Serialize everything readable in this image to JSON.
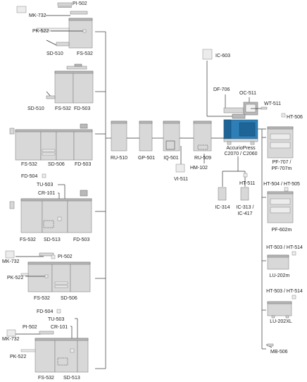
{
  "labels": {
    "pi502_a": "PI-502",
    "mk732_a": "MK-732",
    "pk522_a": "PK-522",
    "sd510_a": "SD-510",
    "fs532_a": "FS-532",
    "sd510_b": "SD-510",
    "fs532_b": "FS-532",
    "fd503_b": "FD-503",
    "fs532_c": "FS-532",
    "sd506_c": "SD-506",
    "fd503_c": "FD-503",
    "fd504_d": "FD-504",
    "tu503_d": "TU-503",
    "cr101_d": "CR-101",
    "fs532_d": "FS-532",
    "sd513_d": "SD-513",
    "fd503_d": "FD-503",
    "mk732_e": "MK-732",
    "pi502_e": "PI-502",
    "pk522_e": "PK-522",
    "fs532_e": "FS-532",
    "sd506_e": "SD-506",
    "fd504_f": "FD-504",
    "tu503_f": "TU-503",
    "pi502_f": "PI-502",
    "cr101_f": "CR-101",
    "mk732_f": "MK-732",
    "pk522_f": "PK-522",
    "fs532_f": "FS-532",
    "sd513_f": "SD-513",
    "ru510": "RU-510",
    "gp501": "GP-501",
    "iq501": "IQ-501",
    "vi511": "VI-511",
    "ru509": "RU-509",
    "hm102": "HM-102",
    "ic603": "IC-603",
    "df706": "DF-706",
    "oc511": "OC-511",
    "wt511": "WT-511",
    "main_model_1": "AccurioPress",
    "main_model_2": "C2070 / C2060",
    "ht511": "HT-511",
    "ic314": "IC-314",
    "ic313_1": "IC-313 /",
    "ic313_2": "IC-417",
    "ht506": "HT-506",
    "pf707_1": "PF-707 /",
    "pf707_2": "PF-707m",
    "ht504": "HT-504 / HT-505",
    "pf602m": "PF-602m",
    "ht503_a": "HT-503 / HT-514",
    "lu202m": "LU-202m",
    "ht503_b": "HT-503 / HT-514",
    "lu202xl": "LU-202XL",
    "mb506": "MB-506"
  },
  "colors": {
    "body": "#d8d8d8",
    "body_dark": "#b9b9b9",
    "main_blue": "#2e7fb8",
    "line": "#333333"
  }
}
